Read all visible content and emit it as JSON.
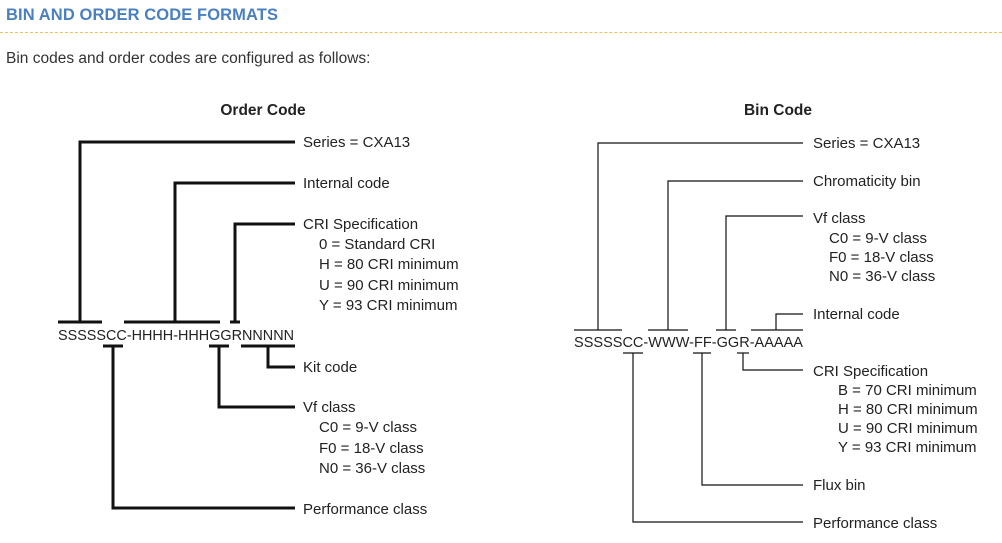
{
  "section": {
    "heading": "BIN AND ORDER CODE FORMATS",
    "intro": "Bin codes and order codes are configured as follows:"
  },
  "order_code": {
    "title": "Order Code",
    "code_parts": [
      "SSSSS",
      "CC",
      "-HHHH-HHH",
      "GG",
      "R",
      "NNNNN"
    ],
    "series": "Series = CXA13",
    "internal": "Internal code",
    "cri": {
      "title": "CRI Specification",
      "items": [
        "0 = Standard CRI",
        "H = 80 CRI minimum",
        "U = 90 CRI minimum",
        "Y = 93 CRI minimum"
      ]
    },
    "kit": "Kit code",
    "vf": {
      "title": "Vf class",
      "items": [
        "C0 = 9-V class",
        "F0 = 18-V class",
        "N0 = 36-V class"
      ]
    },
    "performance": "Performance class"
  },
  "bin_code": {
    "title": "Bin Code",
    "code_parts": [
      "SSSSS",
      "CC",
      "-",
      "WWW",
      "-",
      "FF",
      "-",
      "GG",
      "R",
      "-",
      "AAAAA"
    ],
    "series": "Series = CXA13",
    "chromaticity": "Chromaticity bin",
    "vf": {
      "title": "Vf class",
      "items": [
        "C0 = 9-V class",
        "F0 = 18-V class",
        "N0 = 36-V class"
      ]
    },
    "internal": "Internal code",
    "cri": {
      "title": "CRI Specification",
      "items": [
        "B = 70 CRI minimum",
        "H = 80 CRI minimum",
        "U = 90 CRI minimum",
        "Y = 93 CRI minimum"
      ]
    },
    "flux": "Flux bin",
    "performance": "Performance class"
  }
}
